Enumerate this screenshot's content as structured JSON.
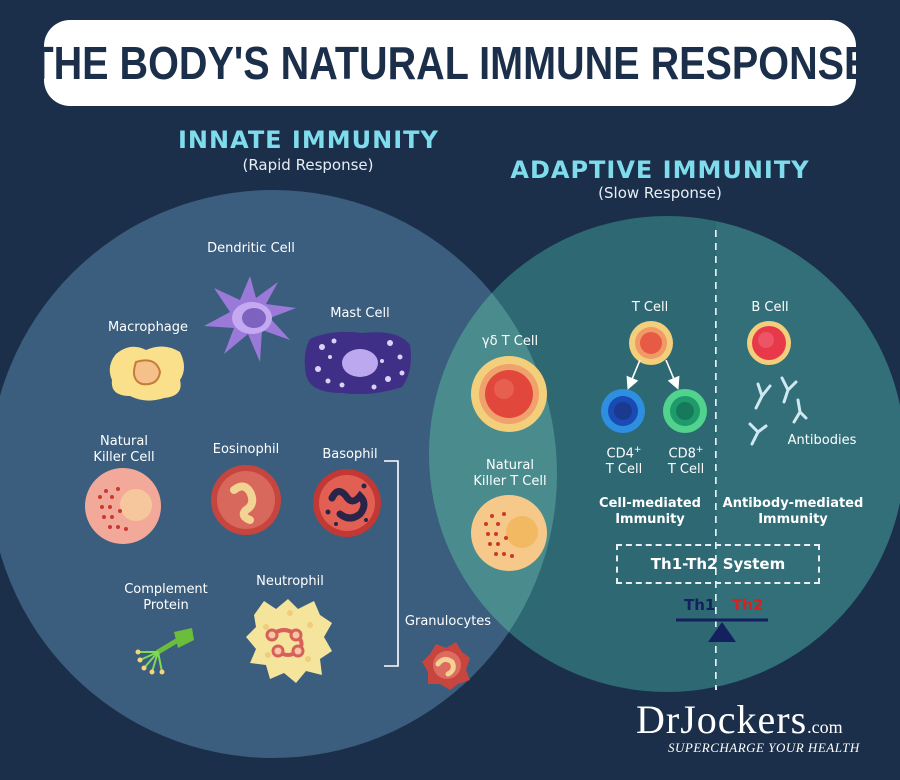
{
  "title": "THE BODY'S NATURAL IMMUNE RESPONSE",
  "innate": {
    "heading": "INNATE IMMUNITY",
    "sub": "(Rapid Response)"
  },
  "adaptive": {
    "heading": "ADAPTIVE IMMUNITY",
    "sub": "(Slow Response)"
  },
  "cells": {
    "dendritic": "Dendritic Cell",
    "macrophage": "Macrophage",
    "mast": "Mast Cell",
    "nk_line1": "Natural",
    "nk_line2": "Killer Cell",
    "eosinophil": "Eosinophil",
    "basophil": "Basophil",
    "complement_line1": "Complement",
    "complement_line2": "Protein",
    "neutrophil": "Neutrophil",
    "granulocytes": "Granulocytes",
    "gd_tcell": "γδ T Cell",
    "nkt_line1": "Natural",
    "nkt_line2": "Killer T Cell",
    "tcell": "T Cell",
    "bcell": "B Cell",
    "cd4_line1": "CD4",
    "cd4_sup": "+",
    "cd4_line2": "T Cell",
    "cd8_line1": "CD8",
    "cd8_sup": "+",
    "cd8_line2": "T Cell",
    "antibodies": "Antibodies",
    "cell_mediated_line1": "Cell-mediated",
    "cell_mediated_line2": "Immunity",
    "antibody_mediated_line1": "Antibody-mediated",
    "antibody_mediated_line2": "Immunity"
  },
  "th_system": {
    "label": "Th1-Th2 System",
    "th1": "Th1",
    "th2": "Th2"
  },
  "brand": {
    "name": "DrJockers",
    "domain": ".com",
    "tagline": "SUPERCHARGE YOUR HEALTH"
  },
  "colors": {
    "background": "#1c2f4a",
    "innate_circle": "#3b5e7e",
    "adaptive_circle": "#2d6873",
    "heading_accent": "#7fdcec",
    "th1": "#14215e",
    "th2": "#d5231e"
  }
}
